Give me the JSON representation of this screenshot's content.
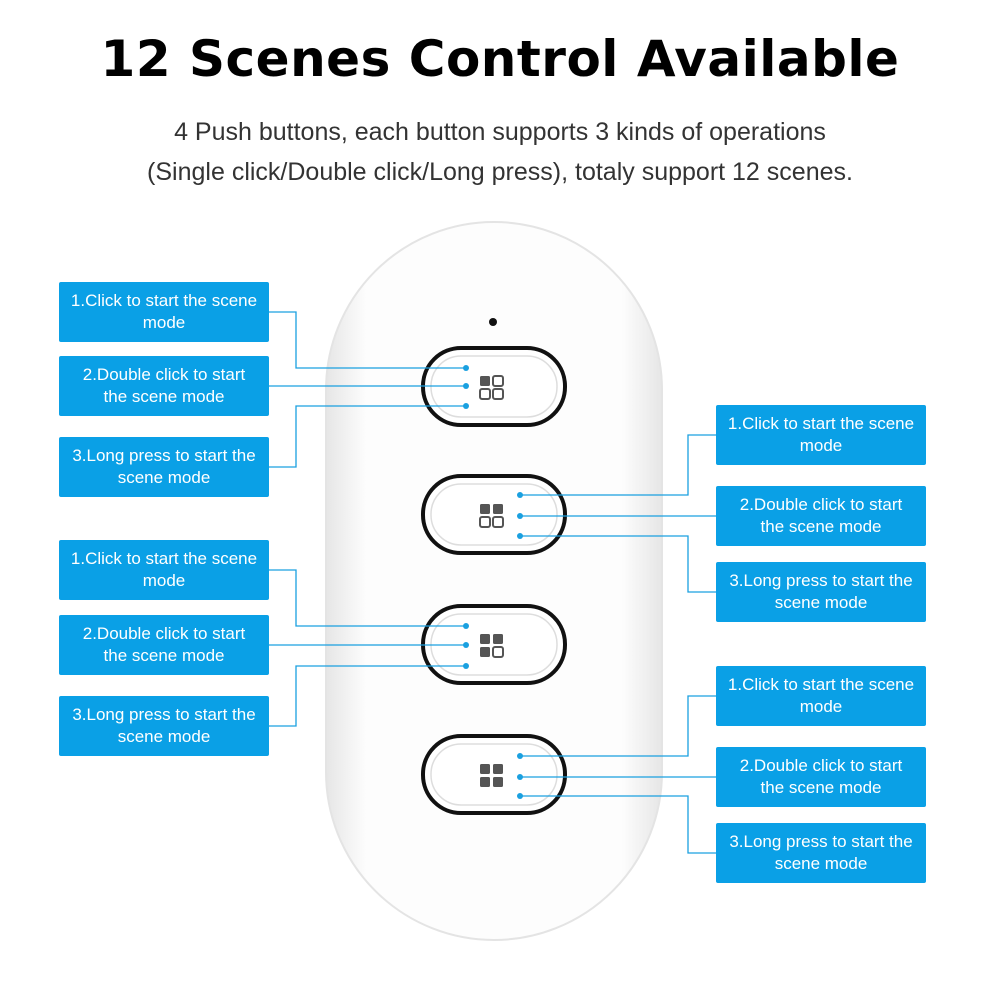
{
  "header": {
    "title": "12 Scenes Control Available",
    "subtitle_line1": "4 Push buttons, each button supports 3 kinds of operations",
    "subtitle_line2": "(Single click/Double click/Long press), totaly support 12 scenes."
  },
  "callouts": {
    "click": "1.Click to start the scene mode",
    "double": "2.Double click to start the scene mode",
    "long": "3.Long press to start the scene mode"
  },
  "colors": {
    "accent": "#0aa0e6",
    "remote_body": "#fbfbfb",
    "button_outline": "#111111",
    "icon": "#555555"
  },
  "remote": {
    "button_count": 4,
    "button_icon": "four-squares-icon",
    "indicator": "led-dot-icon"
  }
}
